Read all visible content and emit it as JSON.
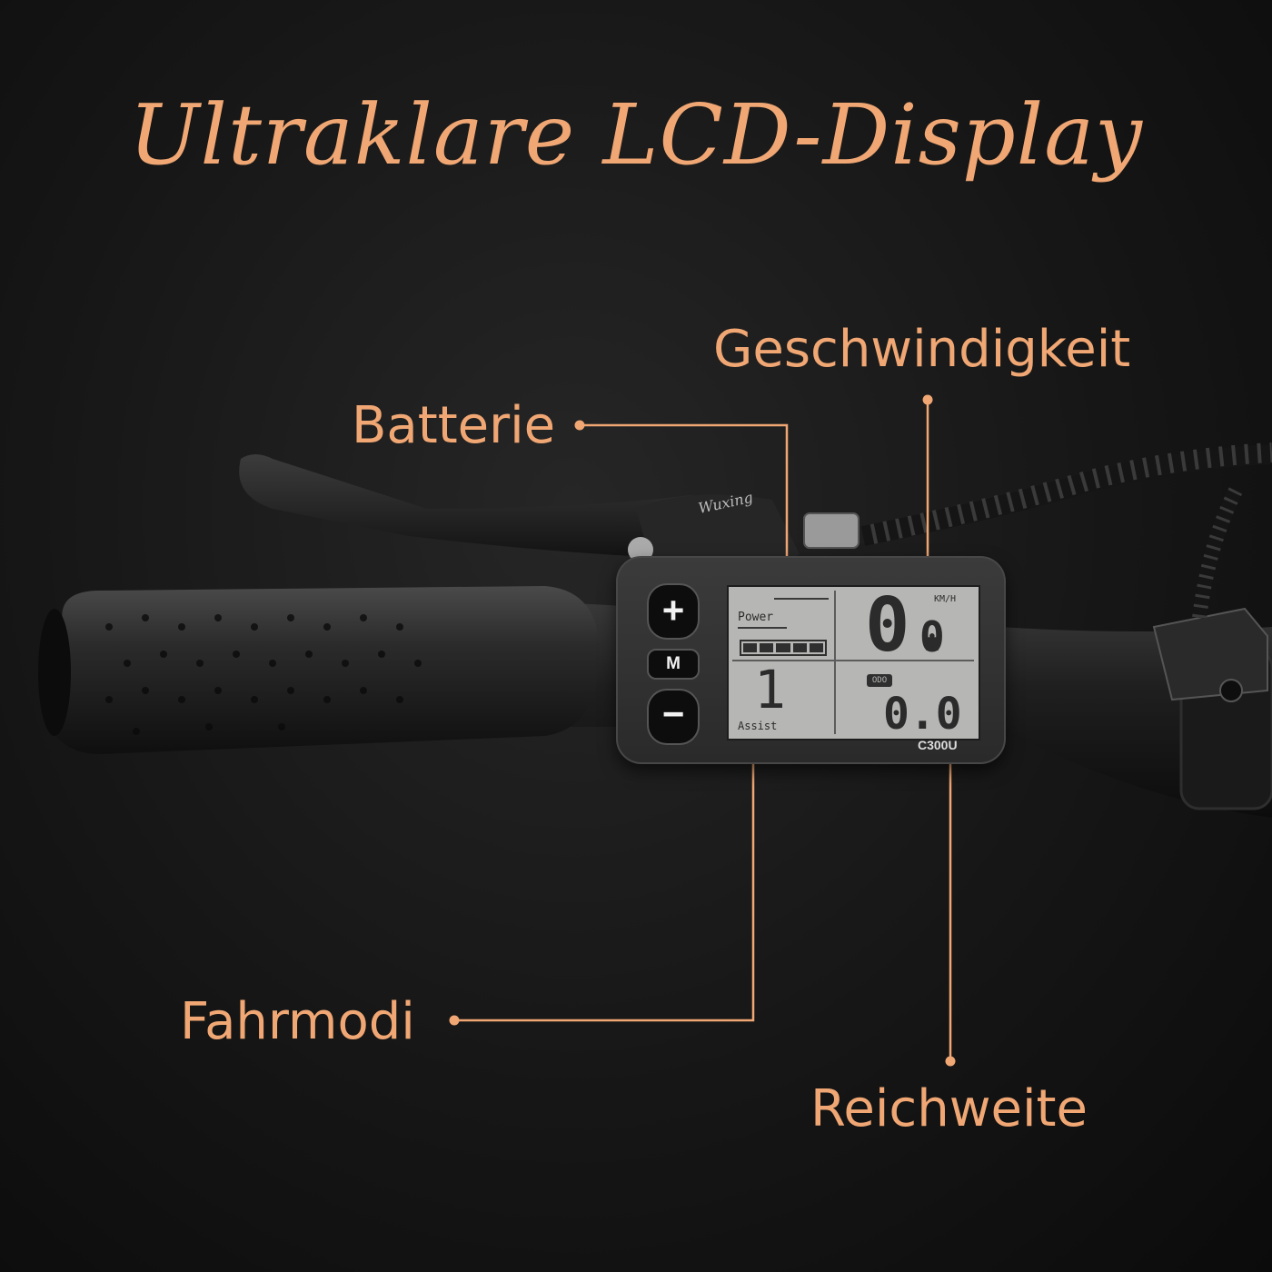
{
  "headline": "Ultraklare LCD-Display",
  "callouts": {
    "speed": "Geschwindigkeit",
    "battery": "Batterie",
    "modes": "Fahrmodi",
    "range": "Reichweite"
  },
  "display": {
    "buttons": {
      "plus": "+",
      "mode": "M",
      "minus": "−"
    },
    "power_label": "Power",
    "battery_level": 1.0,
    "speed_main": "0.",
    "speed_decimal": "0",
    "speed_unit": "KM/H",
    "assist_level": "1",
    "assist_label": "Assist",
    "odo_label": "ODO",
    "range_value": "0.0",
    "model": "C300U"
  },
  "brand_mark": "Wuxing",
  "colors": {
    "accent": "#f0a774",
    "background": "#141414",
    "lcd": "#b6b6b4"
  }
}
